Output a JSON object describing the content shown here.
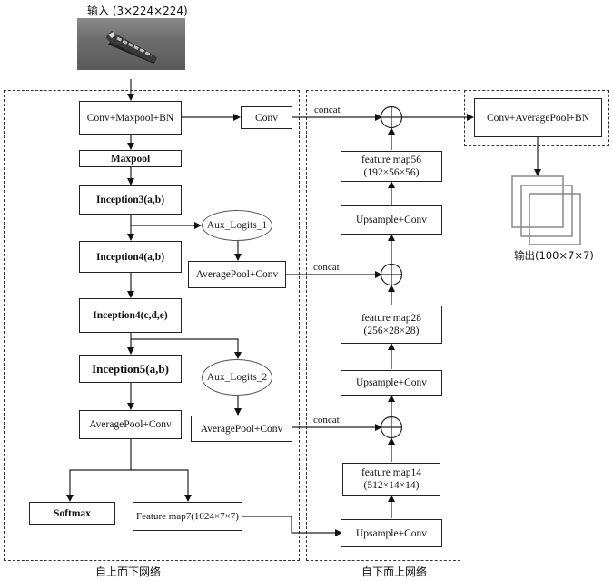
{
  "input": {
    "label": "输入 (3×224×224)",
    "image": "ship-photo"
  },
  "top_down": {
    "caption": "自上而下网络",
    "nodes": {
      "conv_maxpool_bn": "Conv+Maxpool+BN",
      "maxpool": "Maxpool",
      "inception3": "Inception3(a,b)",
      "inception4ab": "Inception4(a,b)",
      "inception4cde": "Inception4(c,d,e)",
      "inception5": "Inception5(a,b)",
      "avgpool_conv_main": "AveragePool+Conv",
      "softmax": "Softmax",
      "feature_map7": "Feature map7(1024×7×7)",
      "conv_side": "Conv",
      "aux1": "Aux_Logits_1",
      "aux1_avgpool": "AveragePool+Conv",
      "aux2": "Aux_Logits_2",
      "aux2_avgpool": "AveragePool+Conv"
    }
  },
  "bottom_up": {
    "caption": "自下而上网络",
    "concat_label": "concat",
    "nodes": {
      "upsample1": "Upsample+Conv",
      "fmap14_line1": "feature map14",
      "fmap14_line2": "(512×14×14)",
      "upsample2": "Upsample+Conv",
      "fmap28_line1": "feature map28",
      "fmap28_line2": "(256×28×28)",
      "upsample3": "Upsample+Conv",
      "fmap56_line1": "feature map56",
      "fmap56_line2": "(192×56×56)"
    }
  },
  "head": {
    "node": "Conv+AveragePool+BN",
    "output_label": "输出(100×7×7)"
  }
}
